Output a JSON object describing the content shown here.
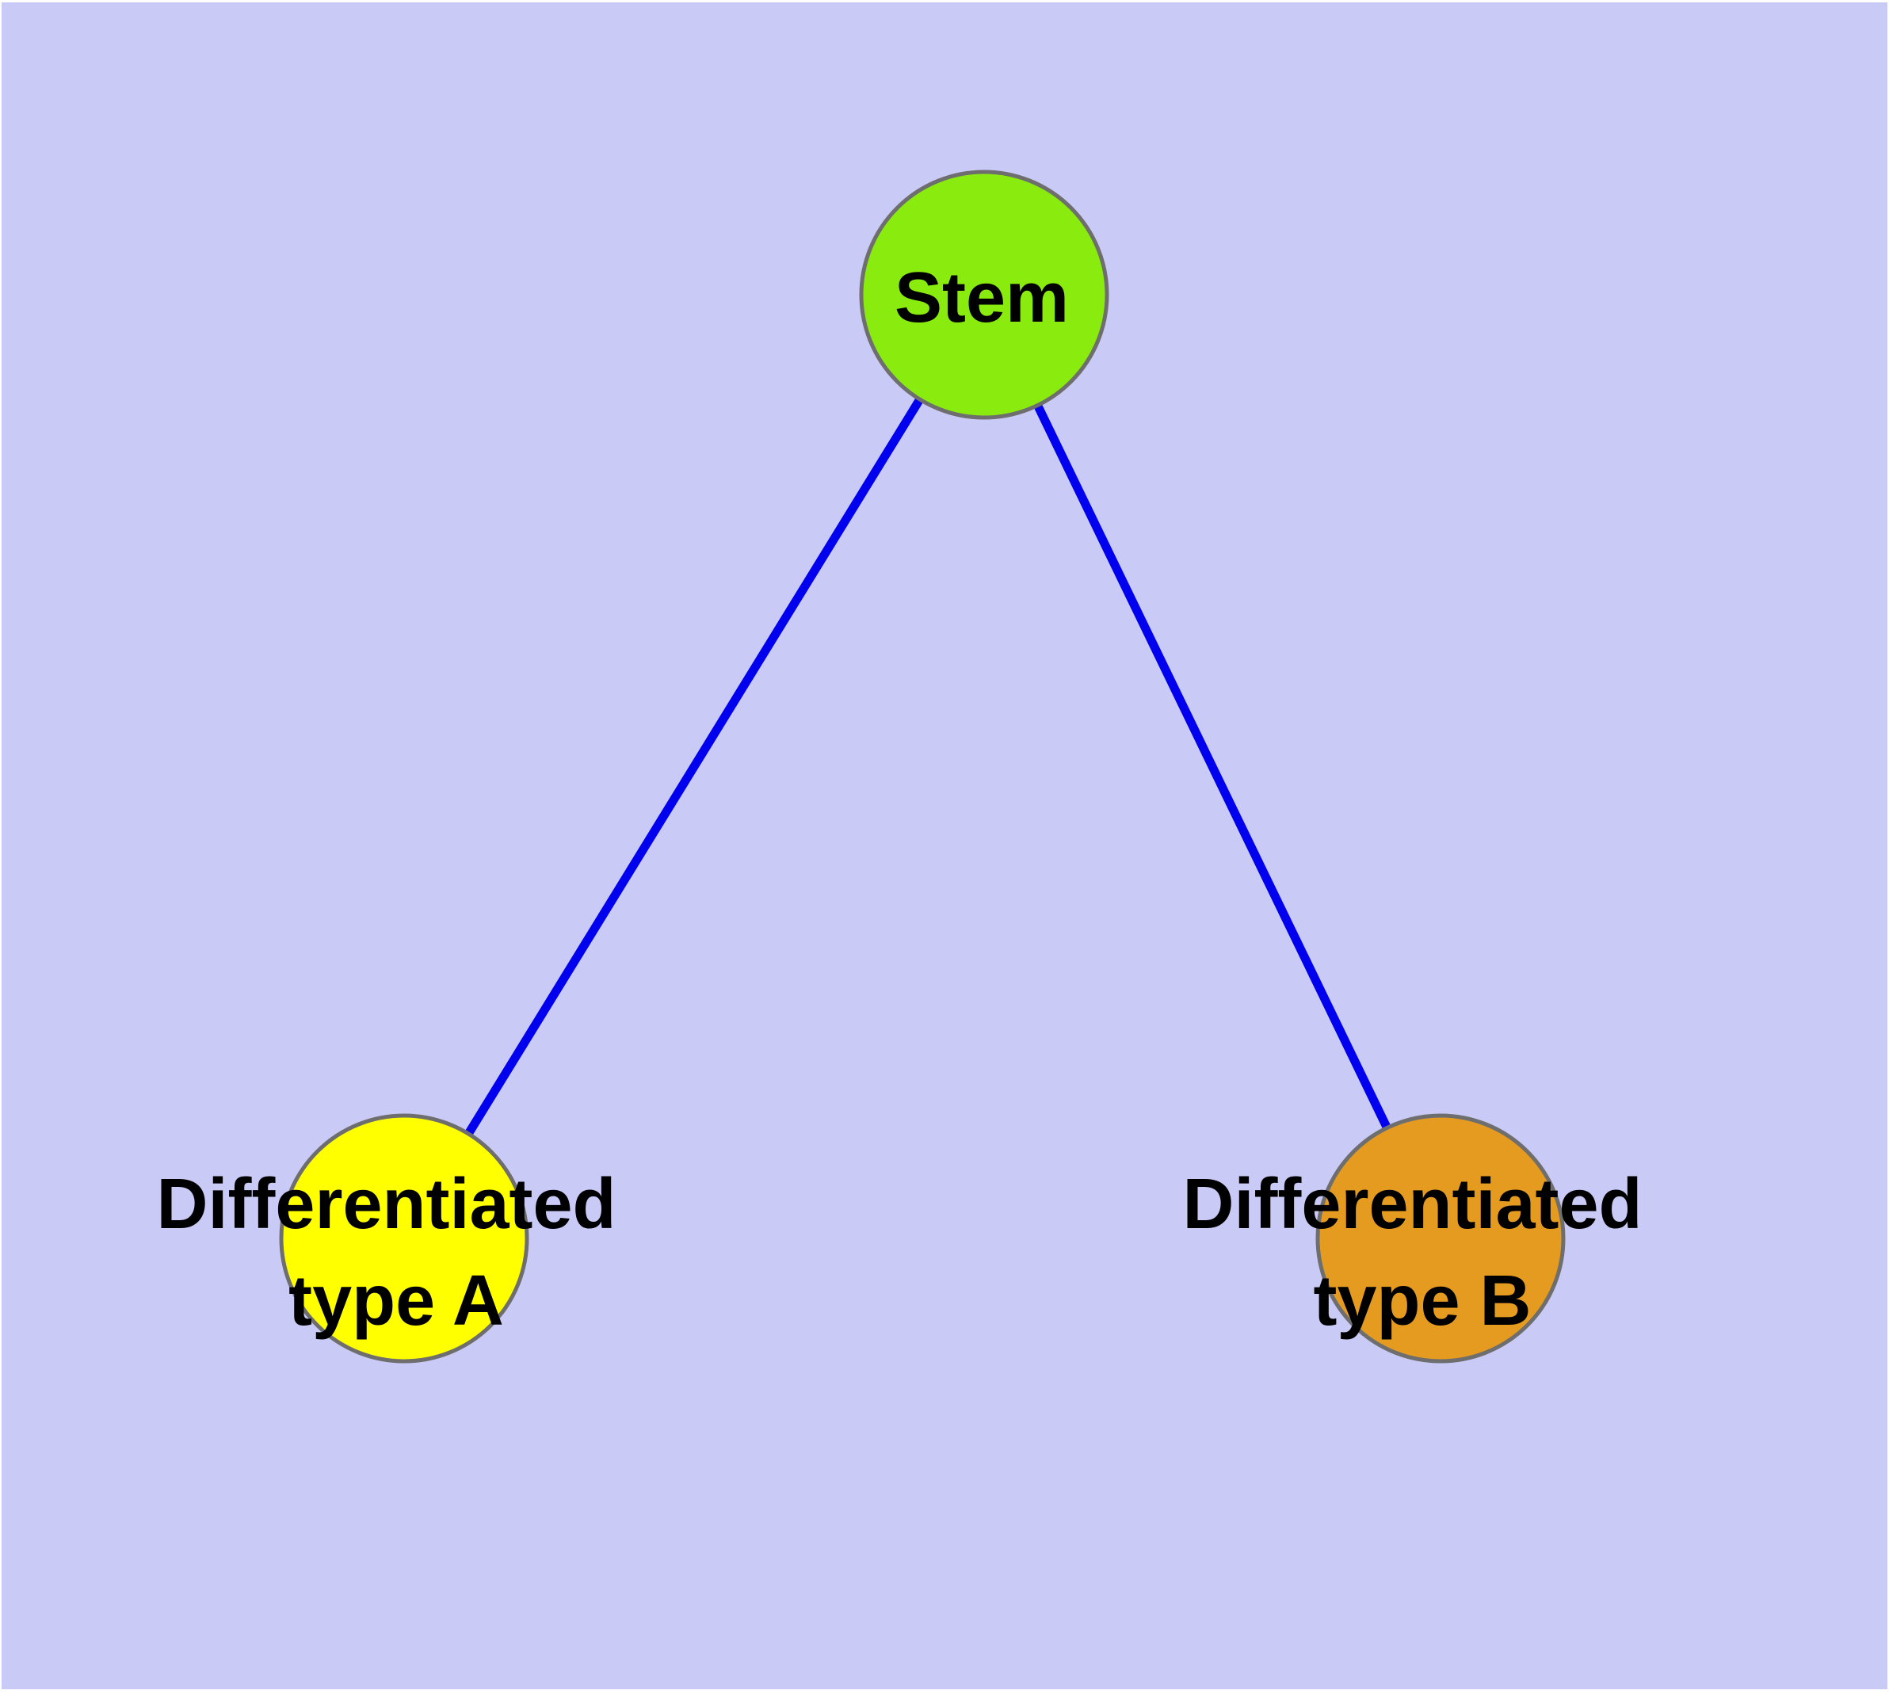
{
  "diagram": {
    "type": "node-link-diagram",
    "description": "Stem cell differentiation diagram: one stem node branching to two differentiated cell type nodes",
    "background_color": "#CACAF6",
    "page_margin_color": "#FFFFFF",
    "node_border_color": "#6E6E6E",
    "edge_color": "#0000EE",
    "nodes": {
      "stem": {
        "label": "Stem",
        "fill": "#89EC0E"
      },
      "type_a": {
        "label_line1": "Differentiated",
        "label_line2": "type A",
        "label_full": "Differentiated type A",
        "fill": "#FFFF00"
      },
      "type_b": {
        "label_line1": "Differentiated",
        "label_line2": "type B",
        "label_full": "Differentiated type B",
        "fill": "#E59B20"
      }
    },
    "edges": [
      {
        "from": "Stem",
        "to": "Differentiated type A"
      },
      {
        "from": "Stem",
        "to": "Differentiated type B"
      }
    ]
  }
}
